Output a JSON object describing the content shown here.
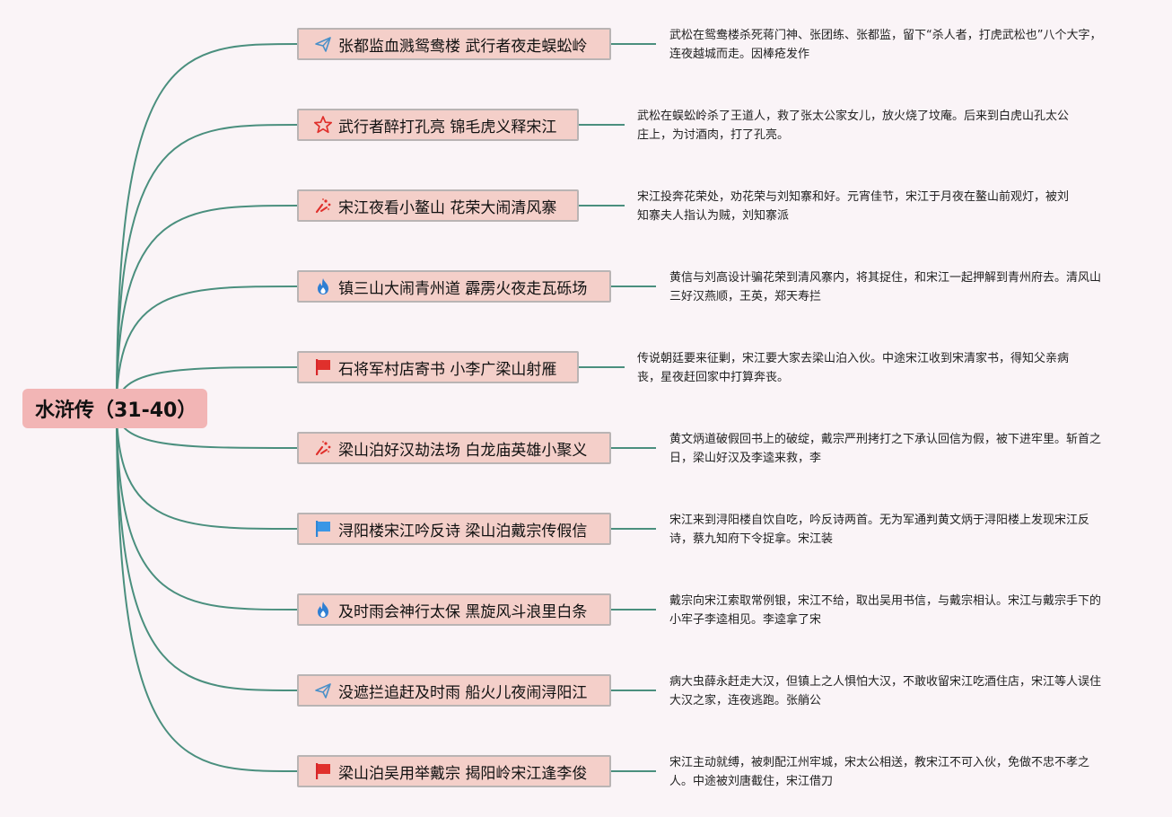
{
  "root": {
    "title": "水浒传（31-40）"
  },
  "colors": {
    "line": "#4a8f7e",
    "branch_fill": "#f4cfc9",
    "root_fill": "#f2b5b5",
    "background": "#faf4f7"
  },
  "branches": [
    {
      "icon": "paper-plane-icon",
      "label": "张都监血溅鸳鸯楼 武行者夜走蜈蚣岭",
      "note": "武松在鸳鸯楼杀死蒋门神、张团练、张都监，留下“杀人者，打虎武松也”八个大字，连夜越城而走。因棒疮发作"
    },
    {
      "icon": "star-icon",
      "label": "武行者醉打孔亮 锦毛虎义释宋江",
      "note": "武松在蜈蚣岭杀了王道人，救了张太公家女儿，放火烧了坟庵。后来到白虎山孔太公庄上，为讨酒肉，打了孔亮。"
    },
    {
      "icon": "party-popper-icon",
      "label": "宋江夜看小鳌山 花荣大闹清风寨",
      "note": "宋江投奔花荣处，劝花荣与刘知寨和好。元宵佳节，宋江于月夜在鳌山前观灯，被刘知寨夫人指认为贼，刘知寨派"
    },
    {
      "icon": "flame-icon",
      "label": "镇三山大闹青州道 霹雳火夜走瓦砾场",
      "note": "黄信与刘高设计骗花荣到清风寨内，将其捉住，和宋江一起押解到青州府去。清风山三好汉燕顺，王英，郑天寿拦"
    },
    {
      "icon": "red-flag-icon",
      "label": "石将军村店寄书 小李广梁山射雁",
      "note": "传说朝廷要来征剿，宋江要大家去梁山泊入伙。中途宋江收到宋清家书，得知父亲病丧，星夜赶回家中打算奔丧。"
    },
    {
      "icon": "party-popper-icon",
      "label": "梁山泊好汉劫法场 白龙庙英雄小聚义",
      "note": "黄文炳道破假回书上的破绽，戴宗严刑拷打之下承认回信为假，被下进牢里。斩首之日，梁山好汉及李逵来救，李"
    },
    {
      "icon": "blue-flag-icon",
      "label": "浔阳楼宋江吟反诗 梁山泊戴宗传假信",
      "note": "宋江来到浔阳楼自饮自吃，吟反诗两首。无为军通判黄文炳于浔阳楼上发现宋江反诗，蔡九知府下令捉拿。宋江装"
    },
    {
      "icon": "flame-icon",
      "label": "及时雨会神行太保 黑旋风斗浪里白条",
      "note": "戴宗向宋江索取常例银，宋江不给，取出吴用书信，与戴宗相认。宋江与戴宗手下的小牢子李逵相见。李逵拿了宋"
    },
    {
      "icon": "paper-plane-icon",
      "label": "没遮拦追赶及时雨 船火儿夜闹浔阳江",
      "note": "病大虫薛永赶走大汉，但镇上之人惧怕大汉，不敢收留宋江吃酒住店，宋江等人误住大汉之家，连夜逃跑。张艄公"
    },
    {
      "icon": "red-flag-icon",
      "label": "梁山泊吴用举戴宗 揭阳岭宋江逢李俊",
      "note": "宋江主动就缚，被刺配江州牢城，宋太公相送，教宋江不可入伙，免做不忠不孝之人。中途被刘唐截住，宋江借刀"
    }
  ]
}
